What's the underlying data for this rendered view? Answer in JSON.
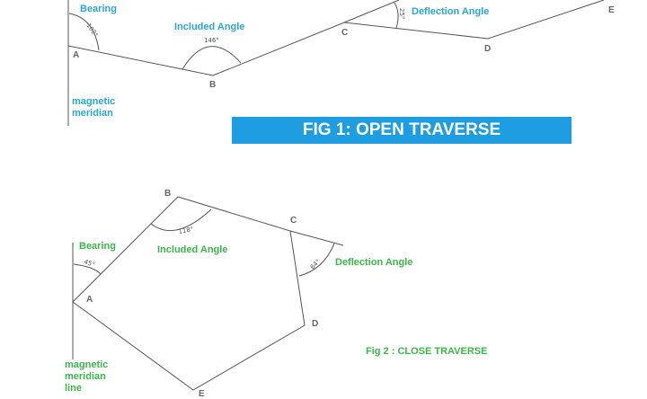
{
  "fig1": {
    "title": "FIG 1: OPEN TRAVERSE",
    "points": [
      "A",
      "B",
      "C",
      "D",
      "E"
    ],
    "bearing_label": "Bearing",
    "bearing_angle": "102°",
    "included_label": "Included Angle",
    "included_angle": "146°",
    "deflection_label": "Deflection Angle",
    "deflection_angle": "25°",
    "meridian_label": [
      "magnetic",
      "meridian"
    ]
  },
  "fig2": {
    "title": "Fig 2 : CLOSE TRAVERSE",
    "points": [
      "A",
      "B",
      "C",
      "D",
      "E"
    ],
    "bearing_label": "Bearing",
    "bearing_angle": "45°",
    "included_label": "Included Angle",
    "included_angle": "118°",
    "deflection_label": "Deflection Angle",
    "deflection_angle": "64°",
    "meridian_label": [
      "magnetic",
      "meridian",
      "line"
    ]
  }
}
